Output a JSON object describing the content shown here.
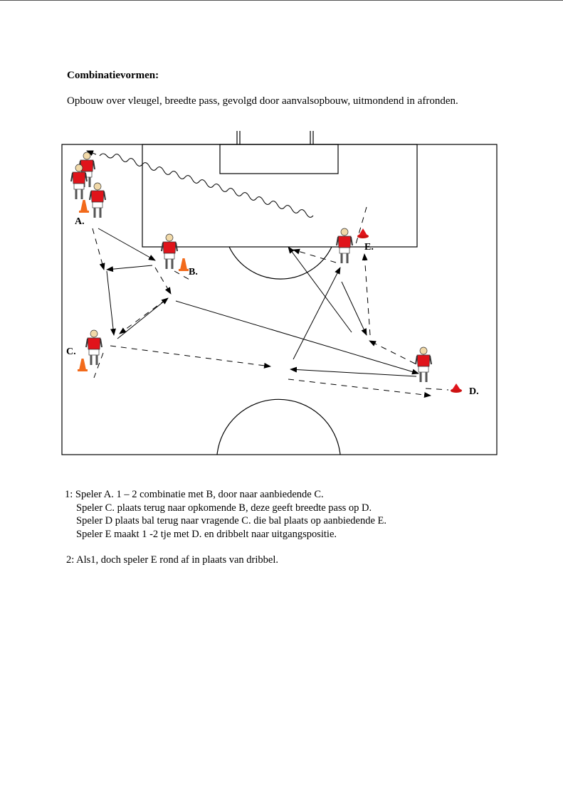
{
  "heading": "Combinatievormen:",
  "intro": "Opbouw over vleugel, breedte pass, gevolgd door aanvalsopbouw, uitmondend in afronden.",
  "diagram": {
    "players": [
      "A.",
      "B.",
      "C.",
      "D.",
      "E."
    ]
  },
  "notes": {
    "line1": "1: Speler A. 1 – 2 combinatie met B, door naar aanbiedende C.",
    "line2": "Speler C. plaats terug naar opkomende B, deze geeft breedte pass op D.",
    "line3": "Speler D plaats bal terug naar vragende C. die bal plaats op aanbiedende E.",
    "line4": "Speler E maakt 1 -2 tje met D. en dribbelt naar uitgangspositie.",
    "line5": "2: Als1, doch speler E rond af in plaats van dribbel."
  },
  "colors": {
    "shirt": "#e0141b",
    "cone": "#f26a1b"
  }
}
